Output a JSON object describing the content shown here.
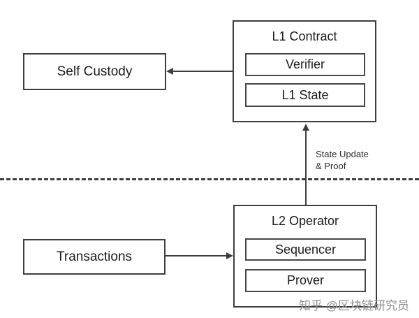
{
  "nodes": {
    "self_custody": {
      "label": "Self Custody"
    },
    "transactions": {
      "label": "Transactions"
    },
    "l1_contract": {
      "title": "L1 Contract",
      "children": [
        {
          "label": "Verifier"
        },
        {
          "label": "L1 State"
        }
      ]
    },
    "l2_operator": {
      "title": "L2 Operator",
      "children": [
        {
          "label": "Sequencer"
        },
        {
          "label": "Prover"
        }
      ]
    }
  },
  "edges": {
    "state_update_proof_label": "State Update\n& Proof"
  },
  "separator": {
    "style": "dashed"
  },
  "watermark": {
    "text": "知乎 @区块链研究员"
  },
  "colors": {
    "line": "#3d3d3d",
    "text": "#1b1b1b",
    "watermark": "#8e8e8e",
    "background": "#ffffff"
  }
}
